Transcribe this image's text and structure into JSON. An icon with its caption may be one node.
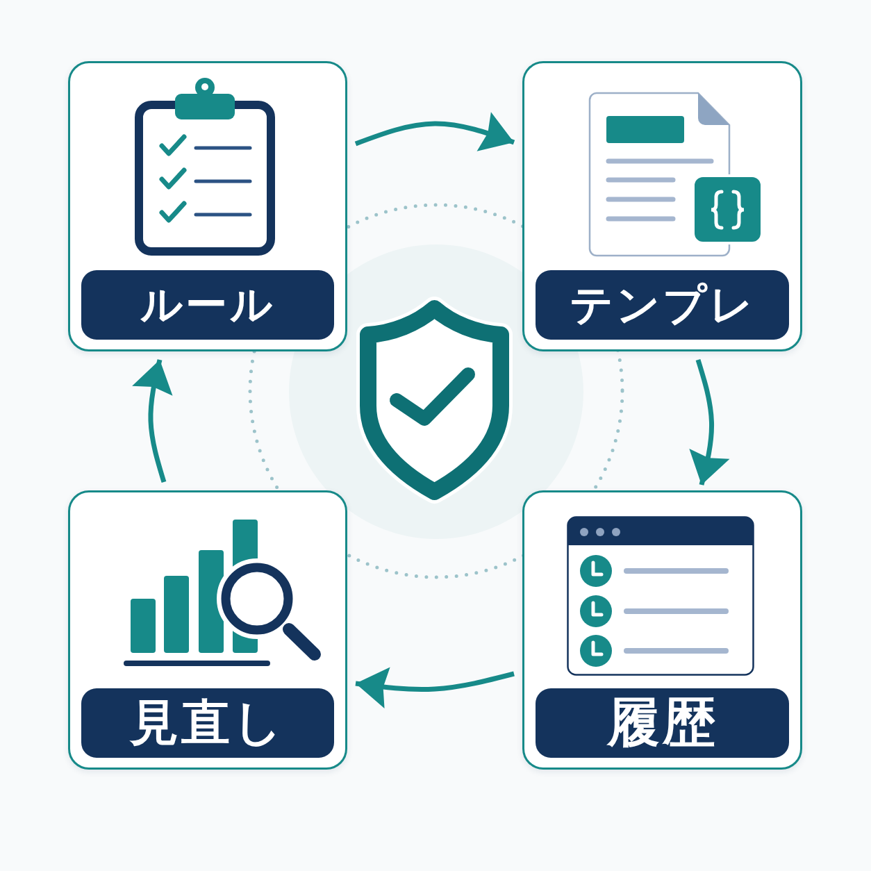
{
  "diagram": {
    "nodes": [
      {
        "text": [
          "ルール"
        ]
      },
      {
        "text": [
          "テンプレ"
        ]
      },
      {
        "text": [
          "見直し"
        ]
      },
      {
        "text": [
          "履歴"
        ]
      }
    ],
    "edges": [
      {
        "from": 0,
        "to": 1,
        "arrow": "to"
      },
      {
        "from": 1,
        "to": 3,
        "arrow": "to"
      },
      {
        "from": 3,
        "to": 2,
        "arrow": "to"
      },
      {
        "from": 2,
        "to": 0,
        "arrow": "to"
      }
    ]
  }
}
